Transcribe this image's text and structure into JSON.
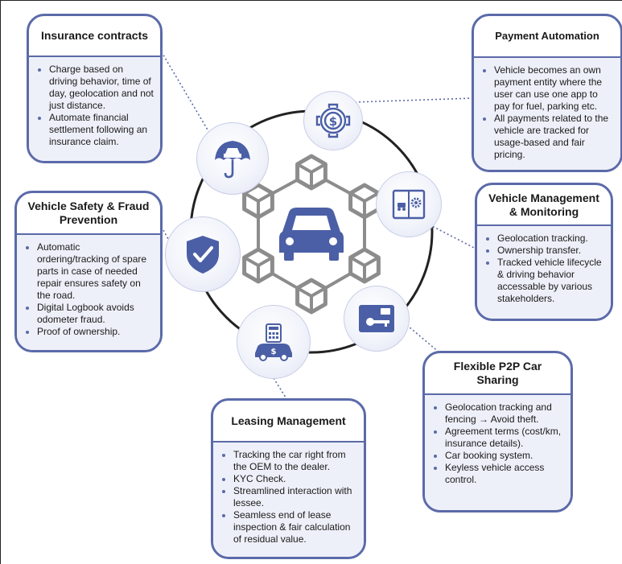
{
  "colors": {
    "accent": "#5b6aa9",
    "icon_blue": "#4b5fa6",
    "connector": "#5b6aa9",
    "panel_bg": "#eef0f9",
    "block_gray": "#8c8c8c",
    "ring": "#222222"
  },
  "cards": {
    "insurance": {
      "title": "Insurance contracts",
      "items": [
        "Charge based on driving behavior, time of day, geolocation and not just distance.",
        "Automate financial settlement following an insurance claim."
      ]
    },
    "payment": {
      "title": "Payment Automation",
      "items": [
        "Vehicle becomes an own payment entity where the user can use one app to pay for fuel, parking etc.",
        "All payments related to the vehicle are tracked for usage-based and fair pricing."
      ]
    },
    "safety": {
      "title": "Vehicle Safety & Fraud Prevention",
      "items": [
        "Automatic ordering/tracking of spare parts in case of needed repair ensures safety on the road.",
        "Digital Logbook avoids odometer fraud.",
        "Proof of ownership."
      ]
    },
    "management": {
      "title": "Vehicle Management & Monitoring",
      "items": [
        "Geolocation tracking.",
        "Ownership transfer.",
        "Tracked vehicle lifecycle & driving behavior accessable by various stakeholders."
      ]
    },
    "p2p": {
      "title": "Flexible P2P Car Sharing",
      "items": [
        "Geolocation tracking and fencing → Avoid theft.",
        "Agreement terms (cost/km, insurance details).",
        "Car booking system.",
        "Keyless vehicle access control."
      ]
    },
    "leasing": {
      "title": "Leasing Management",
      "items": [
        "Tracking the car right from the OEM to the dealer.",
        "KYC Check.",
        "Streamlined interaction with lessee.",
        "Seamless end of lease inspection & fair calculation of residual value."
      ]
    }
  },
  "icons": {
    "center": "car-blockchain-network-icon",
    "payment": "dollar-gear-icon",
    "insurance": "car-umbrella-icon",
    "management": "vehicle-gear-panel-icon",
    "safety": "shield-check-icon",
    "p2p": "car-key-card-icon",
    "leasing": "car-calculator-icon"
  }
}
